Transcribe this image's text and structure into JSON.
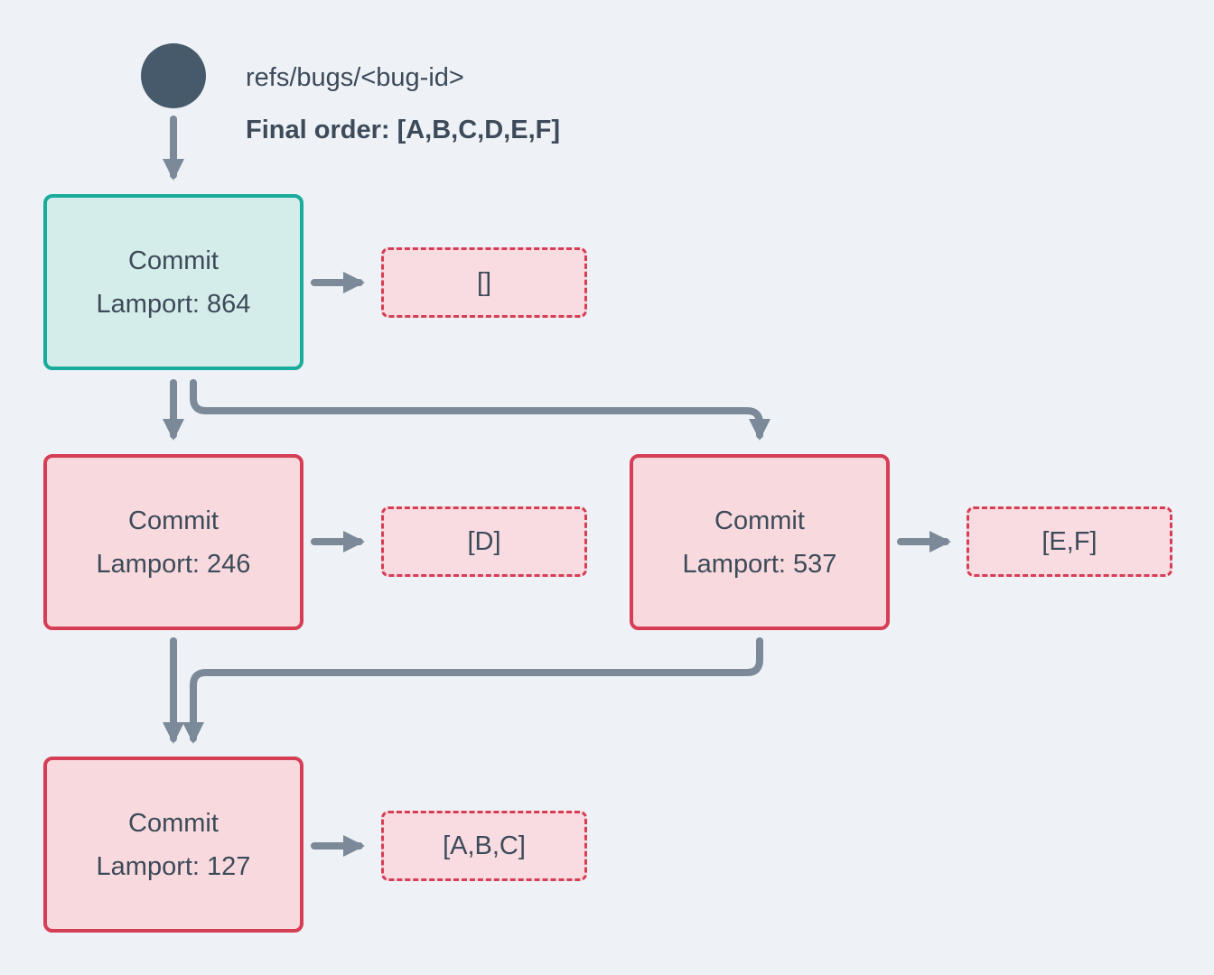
{
  "header": {
    "ref_label": "refs/bugs/<bug-id>",
    "final_order_label": "Final order: [A,B,C,D,E,F]"
  },
  "nodes": [
    {
      "id": "commit-864",
      "title": "Commit",
      "lamport_label": "Lamport: 864",
      "state": "applied",
      "result": "[]"
    },
    {
      "id": "commit-246",
      "title": "Commit",
      "lamport_label": "Lamport: 246",
      "state": "pending",
      "result": "[D]"
    },
    {
      "id": "commit-537",
      "title": "Commit",
      "lamport_label": "Lamport: 537",
      "state": "pending",
      "result": "[E,F]"
    },
    {
      "id": "commit-127",
      "title": "Commit",
      "lamport_label": "Lamport: 127",
      "state": "pending",
      "result": "[A,B,C]"
    }
  ],
  "colors": {
    "background": "#eef2f6",
    "text": "#3d4a59",
    "edge": "#7b8998",
    "ref_circle": "#475a6b",
    "applied_border": "#19ab9b",
    "applied_fill": "#d5edea",
    "pending_border": "#d63e56",
    "pending_fill": "#f8dade"
  }
}
